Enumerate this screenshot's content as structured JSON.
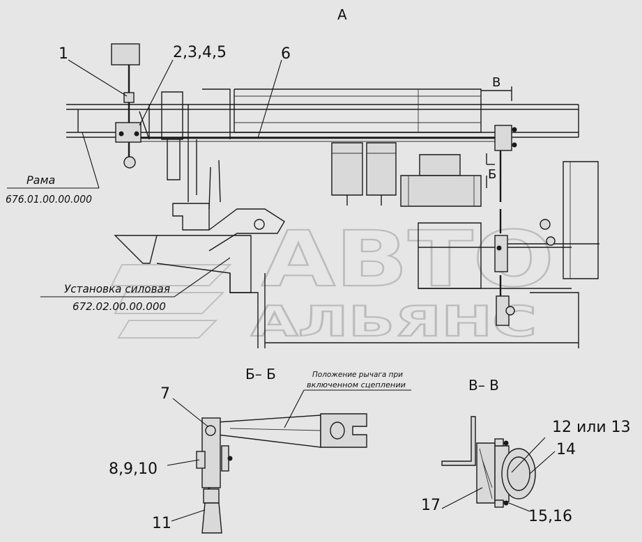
{
  "views": {
    "main": "А",
    "section_b": "Б– Б",
    "section_v": "В– В",
    "cut_marker_b": "Б",
    "cut_marker_v": "В"
  },
  "callouts": {
    "c1": "1",
    "c2": "2,3,4,5",
    "c6": "6",
    "c7": "7",
    "c8": "8,9,10",
    "c11": "11",
    "c12": "12 или 13",
    "c14": "14",
    "c15": "15,16",
    "c17": "17"
  },
  "labels": {
    "frame_name": "Рама",
    "frame_code": "676.01.00.00.000",
    "power_unit_name": "Установка силовая",
    "power_unit_code": "672.02.00.00.000",
    "lever_note_line1": "Положение рычага при",
    "lever_note_line2": "включенном сцеплении"
  },
  "watermark": {
    "line1": "АВТО",
    "line2": "АЛЬЯНС"
  }
}
